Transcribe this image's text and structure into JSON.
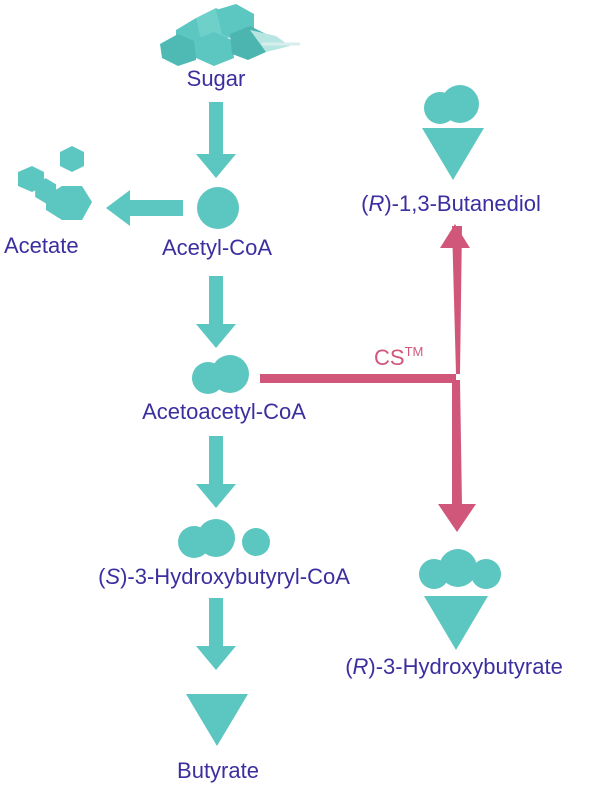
{
  "labels": {
    "sugar": "Sugar",
    "acetyl_coa": "Acetyl-CoA",
    "acetate": "Acetate",
    "acetoacetyl_coa": "Acetoacetyl-CoA",
    "hydroxybutyryl_coa_prefix": "S",
    "hydroxybutyryl_coa_rest": "-3-Hydroxybutyryl-CoA",
    "butyrate": "Butyrate",
    "butanediol_prefix": "R",
    "butanediol_rest": "-1,3-Butanediol",
    "hydroxybutyrate_prefix": "R",
    "hydroxybutyrate_rest": "-3-Hydroxybutyrate",
    "cs_main": "CS",
    "cs_super": "TM"
  },
  "colors": {
    "teal": "#5cc6c0",
    "teal_dark": "#47b2ad",
    "pink": "#d1577a",
    "label": "#3b2fa0"
  }
}
